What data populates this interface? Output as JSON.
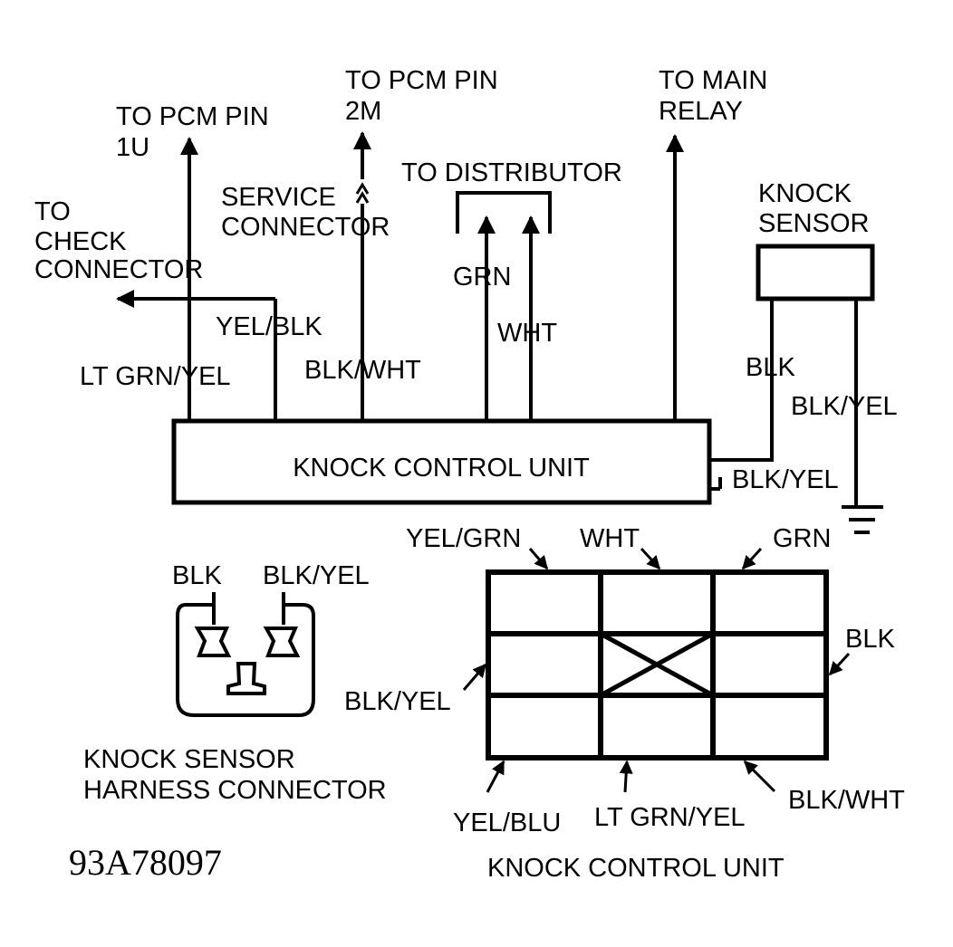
{
  "labels": {
    "pcm_1u_line1": "TO PCM PIN",
    "pcm_1u_line2": "1U",
    "pcm_2m_line1": "TO PCM PIN",
    "pcm_2m_line2": "2M",
    "main_relay_line1": "TO MAIN",
    "main_relay_line2": "RELAY",
    "distributor": "TO DISTRIBUTOR",
    "check_line1": "TO",
    "check_line2": "CHECK",
    "check_line3": "CONNECTOR",
    "service_line1": "SERVICE",
    "service_line2": "CONNECTOR",
    "knock_sensor_line1": "KNOCK",
    "knock_sensor_line2": "SENSOR",
    "grn": "GRN",
    "wht": "WHT",
    "yel_blk": "YEL/BLK",
    "lt_grn_yel": "LT GRN/YEL",
    "blk_wht": "BLK/WHT",
    "blk": "BLK",
    "blk_yel": "BLK/YEL",
    "blk_yel_ground": "BLK/YEL",
    "kcu_box": "KNOCK CONTROL UNIT",
    "conn_blk": "BLK",
    "conn_blk_yel": "BLK/YEL",
    "harness_line1": "KNOCK SENSOR",
    "harness_line2": "HARNESS CONNECTOR",
    "pin_yel_grn": "YEL/GRN",
    "pin_wht": "WHT",
    "pin_grn": "GRN",
    "pin_blk": "BLK",
    "pin_blk_yel": "BLK/YEL",
    "pin_yel_blu": "YEL/BLU",
    "pin_lt_grn_yel": "LT GRN/YEL",
    "pin_blk_wht": "BLK/WHT",
    "kcu_caption": "KNOCK CONTROL UNIT",
    "figure_code": "93A78097"
  }
}
